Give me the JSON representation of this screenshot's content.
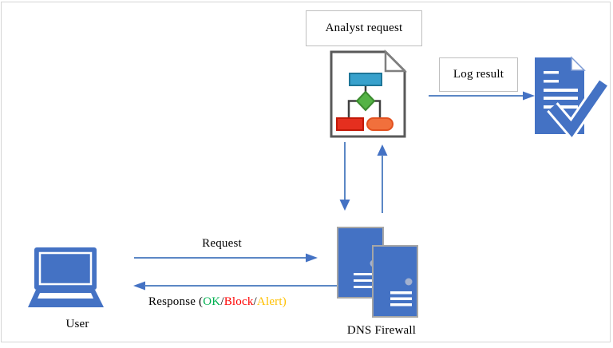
{
  "diagram": {
    "analyst_request_label": "Analyst request",
    "log_result_label": "Log result",
    "request_label": "Request",
    "response": {
      "prefix": "Response (",
      "ok": "OK",
      "slash1": "/",
      "block": "Block",
      "slash2": "/",
      "alert": "Alert",
      "close": ")"
    },
    "user_label": "User",
    "dns_firewall_label": "DNS Firewall",
    "icons": {
      "flowchart_document": "flowchart-document-icon",
      "log_document_check": "log-document-check-icon",
      "user_laptop": "laptop-icon",
      "dns_servers": "server-stack-icon",
      "arrows": [
        "down-arrow",
        "up-arrow",
        "request-right-arrow",
        "response-left-arrow",
        "log-result-right-arrow"
      ]
    },
    "colors": {
      "primary_blue": "#4472C4",
      "arrow_line_blue": "#5B87C5",
      "ok_green": "#00B050",
      "block_red": "#FF0000",
      "alert_gold": "#FFC000",
      "flowchart_teal": "#38A1CC",
      "flowchart_green": "#54B345",
      "flowchart_red": "#E52F1F",
      "flowchart_orange": "#F1703C",
      "doc_outline_gray": "#595959",
      "server_border_gray": "#A6A6A6",
      "box_border_gray": "#BFBFBF"
    }
  }
}
